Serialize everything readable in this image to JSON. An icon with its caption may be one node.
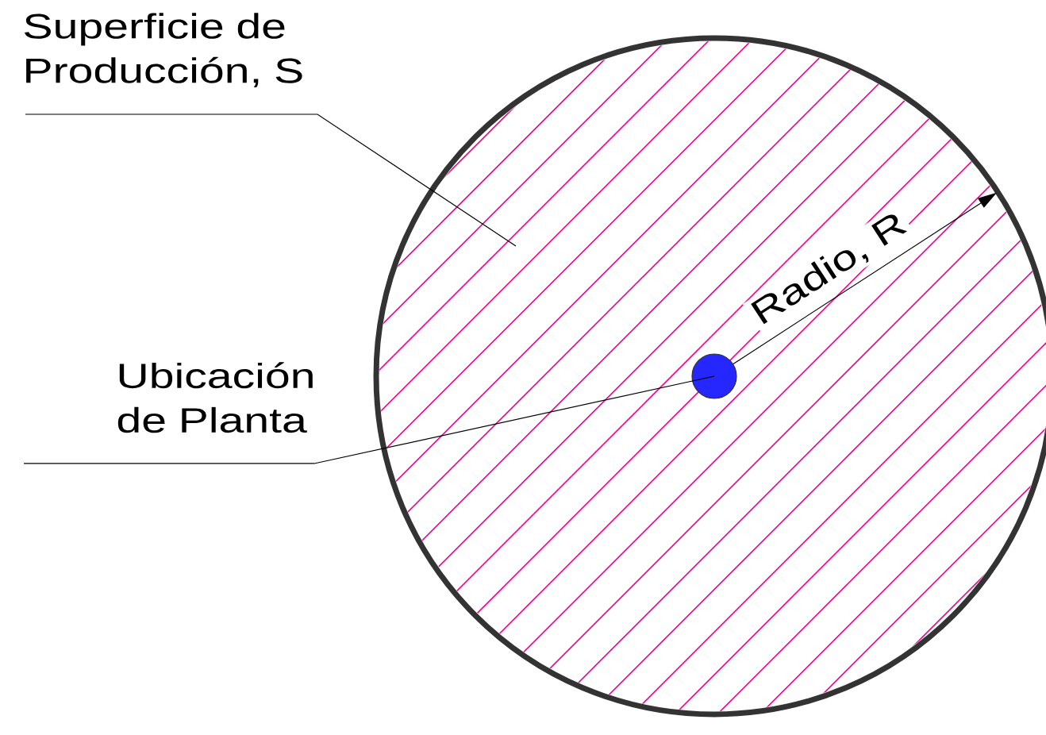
{
  "diagram": {
    "nodes": [
      {
        "text": [],
        "shape": "circle"
      },
      {
        "text": [],
        "shape": "circle",
        "in": 0
      },
      {
        "text": [
          "Superficie de Producción, S"
        ]
      },
      {
        "text": [
          "Ubicación de Planta"
        ]
      }
    ],
    "edges": [
      {
        "from": 2,
        "to": 0,
        "arrow": "none"
      },
      {
        "from": 3,
        "to": 1,
        "arrow": "none"
      },
      {
        "from": 1,
        "to": 0,
        "arrow": "to",
        "label": "Radio, R"
      }
    ]
  }
}
